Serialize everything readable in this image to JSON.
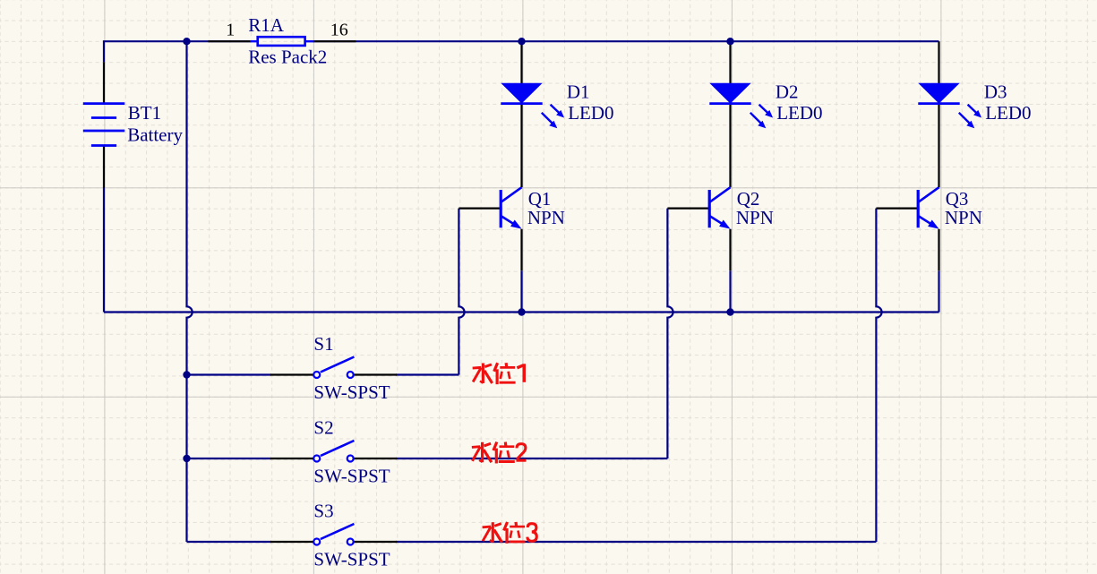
{
  "components": {
    "battery": {
      "designator": "BT1",
      "comment": "Battery"
    },
    "res_pack": {
      "designator": "R1A",
      "comment": "Res Pack2",
      "pin_left": "1",
      "pin_right": "16"
    },
    "leds": [
      {
        "designator": "D1",
        "comment": "LED0"
      },
      {
        "designator": "D2",
        "comment": "LED0"
      },
      {
        "designator": "D3",
        "comment": "LED0"
      }
    ],
    "transistors": [
      {
        "designator": "Q1",
        "comment": "NPN"
      },
      {
        "designator": "Q2",
        "comment": "NPN"
      },
      {
        "designator": "Q3",
        "comment": "NPN"
      }
    ],
    "switches": [
      {
        "designator": "S1",
        "comment": "SW-SPST"
      },
      {
        "designator": "S2",
        "comment": "SW-SPST"
      },
      {
        "designator": "S3",
        "comment": "SW-SPST"
      }
    ]
  },
  "annotations": [
    {
      "text": "水位1",
      "digit": "1"
    },
    {
      "text": "水位2",
      "digit": "2"
    },
    {
      "text": "水位3",
      "digit": "3"
    }
  ],
  "colors": {
    "background": "#FBF8F0",
    "wire": "#000085",
    "component": "#0000F5",
    "pin": "#000000",
    "label": "#000082",
    "annotation": "#F01010",
    "grid_minor": "#E4E0D8",
    "grid_major": "#CBC9C3"
  }
}
